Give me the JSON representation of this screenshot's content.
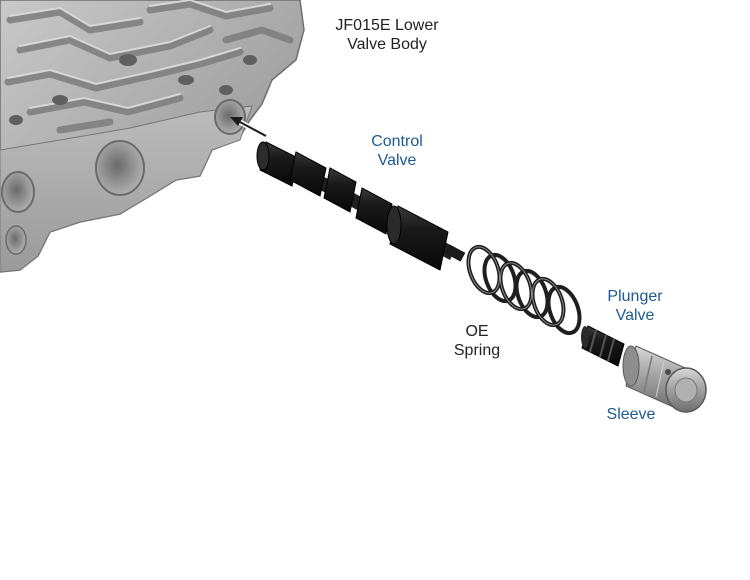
{
  "labels": {
    "valve_body": {
      "line1": "JF015E Lower",
      "line2": "Valve Body"
    },
    "control_valve": {
      "line1": "Control",
      "line2": "Valve"
    },
    "oe_spring": {
      "line1": "OE",
      "line2": "Spring"
    },
    "plunger_valve": {
      "line1": "Plunger",
      "line2": "Valve"
    },
    "sleeve": {
      "line1": "Sleeve"
    }
  },
  "colors": {
    "label_text": "#222222",
    "accent_label": "#1d5a92",
    "metal_body": "#a8a8a8",
    "metal_dark": "#5e5e5e",
    "black_part": "#161616",
    "sleeve_metal": "#9c9c9c"
  },
  "icons": {
    "insert_arrow": "arrow-into-bore-icon"
  }
}
